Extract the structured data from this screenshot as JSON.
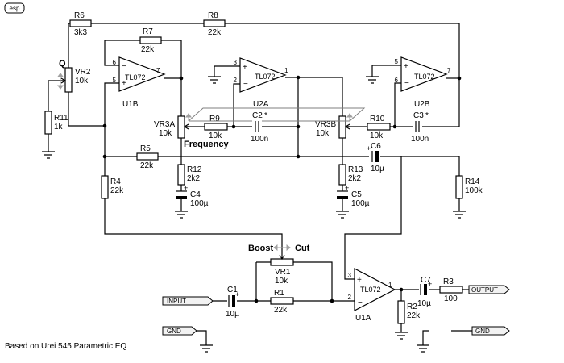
{
  "logo": "esp",
  "caption": "Based on Urei 545 Parametric EQ",
  "controls": {
    "q": "Q",
    "frequency": "Frequency",
    "boost": "Boost",
    "cut": "Cut"
  },
  "ports": {
    "input": "INPUT",
    "output": "OUTPUT",
    "gnd_left": "GND",
    "gnd_right": "GND"
  },
  "opamps": {
    "u1b": {
      "ref": "U1B",
      "type": "TL072",
      "minus_pin": "6",
      "plus_pin": "5",
      "out_pin": "7"
    },
    "u2a": {
      "ref": "U2A",
      "type": "TL072",
      "plus_pin": "3",
      "minus_pin": "2",
      "out_pin": "1"
    },
    "u2b": {
      "ref": "U2B",
      "type": "TL072",
      "plus_pin": "5",
      "minus_pin": "6",
      "out_pin": "7"
    },
    "u1a": {
      "ref": "U1A",
      "type": "TL072",
      "plus_pin": "3",
      "minus_pin": "2",
      "out_pin": "1"
    }
  },
  "components": {
    "r6": {
      "ref": "R6",
      "value": "3k3"
    },
    "r8": {
      "ref": "R8",
      "value": "22k"
    },
    "r7": {
      "ref": "R7",
      "value": "22k"
    },
    "vr2": {
      "ref": "VR2",
      "value": "10k"
    },
    "r11": {
      "ref": "R11",
      "value": "1k"
    },
    "vr3a": {
      "ref": "VR3A",
      "value": "10k"
    },
    "r9": {
      "ref": "R9",
      "value": "10k"
    },
    "c2": {
      "ref": "C2",
      "value": "100n",
      "mark": "*"
    },
    "vr3b": {
      "ref": "VR3B",
      "value": "10k"
    },
    "r10": {
      "ref": "R10",
      "value": "10k"
    },
    "c3": {
      "ref": "C3",
      "value": "100n",
      "mark": "*"
    },
    "r5": {
      "ref": "R5",
      "value": "22k"
    },
    "c6": {
      "ref": "C6",
      "value": "10µ"
    },
    "r12": {
      "ref": "R12",
      "value": "2k2"
    },
    "r13": {
      "ref": "R13",
      "value": "2k2"
    },
    "c4": {
      "ref": "C4",
      "value": "100µ"
    },
    "c5": {
      "ref": "C5",
      "value": "100µ"
    },
    "r4": {
      "ref": "R4",
      "value": "22k"
    },
    "r14": {
      "ref": "R14",
      "value": "100k"
    },
    "vr1": {
      "ref": "VR1",
      "value": "10k"
    },
    "c1": {
      "ref": "C1",
      "value": "10µ"
    },
    "r1": {
      "ref": "R1",
      "value": "22k"
    },
    "c7": {
      "ref": "C7",
      "value": "10µ"
    },
    "r3": {
      "ref": "R3",
      "value": "100"
    },
    "r2": {
      "ref": "R2",
      "value": "22k"
    }
  },
  "polarity_mark": "+"
}
